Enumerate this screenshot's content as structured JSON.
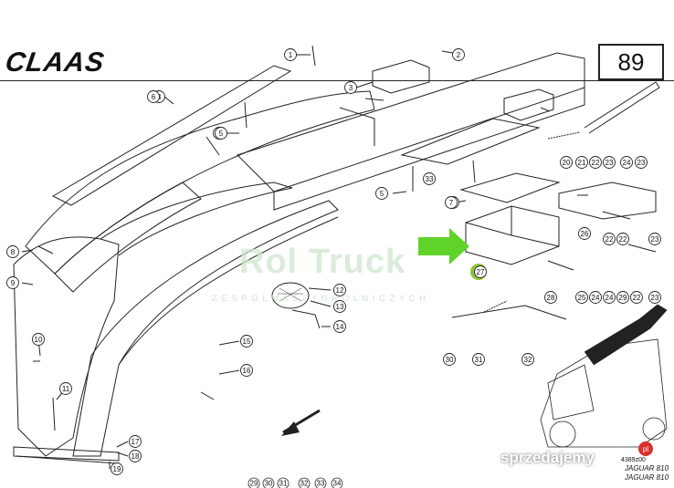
{
  "brand": "CLAAS",
  "page_number": "89",
  "watermark": {
    "title": "Rol  Truck",
    "subtitle": "Z E S P Ó Ł   M A S Z Y N   R O L N I C Z Y C H"
  },
  "doc_code": "4389z00",
  "model_labels": [
    "JAGUAR 810",
    "JAGUAR 810"
  ],
  "site_watermark": "sprzedajemy",
  "site_badge": "pl",
  "callouts": [
    "1",
    "2",
    "3",
    "3",
    "4",
    "5",
    "5",
    "5",
    "6",
    "7",
    "8",
    "9",
    "10",
    "11",
    "12",
    "13",
    "14",
    "15",
    "16",
    "17",
    "18",
    "19",
    "20",
    "21",
    "22",
    "22",
    "22",
    "22",
    "23",
    "23",
    "23",
    "23",
    "24",
    "24",
    "24",
    "25",
    "26",
    "27",
    "28",
    "29",
    "30",
    "31",
    "32",
    "33"
  ],
  "bottom_refs": [
    "29",
    "30",
    "31",
    "32",
    "33",
    "34"
  ],
  "colors": {
    "highlight_arrow": "#5fd32a",
    "callout_26": "#8fc43a",
    "line": "#222222"
  }
}
